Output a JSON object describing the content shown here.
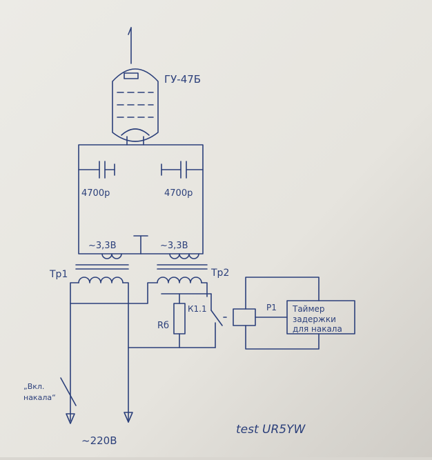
{
  "labels": {
    "tube": "ГУ-47Б",
    "cap_left": "4700р",
    "cap_right": "4700р",
    "heater_left": "~3,3В",
    "heater_right": "~3,3В",
    "tr1": "Тр1",
    "tr2": "Тр2",
    "contact": "К1.1",
    "resistor": "Rб",
    "relay": "Р1",
    "timer_line1": "Таймер",
    "timer_line2": "задержки",
    "timer_line3": "для накала",
    "switch_line1": "„Вкл.",
    "switch_line2": "накала“",
    "mains": "~220В",
    "signature": "test UR5YW"
  },
  "colors": {
    "paper": "#eeece7",
    "ink": "#2b3f7a"
  }
}
